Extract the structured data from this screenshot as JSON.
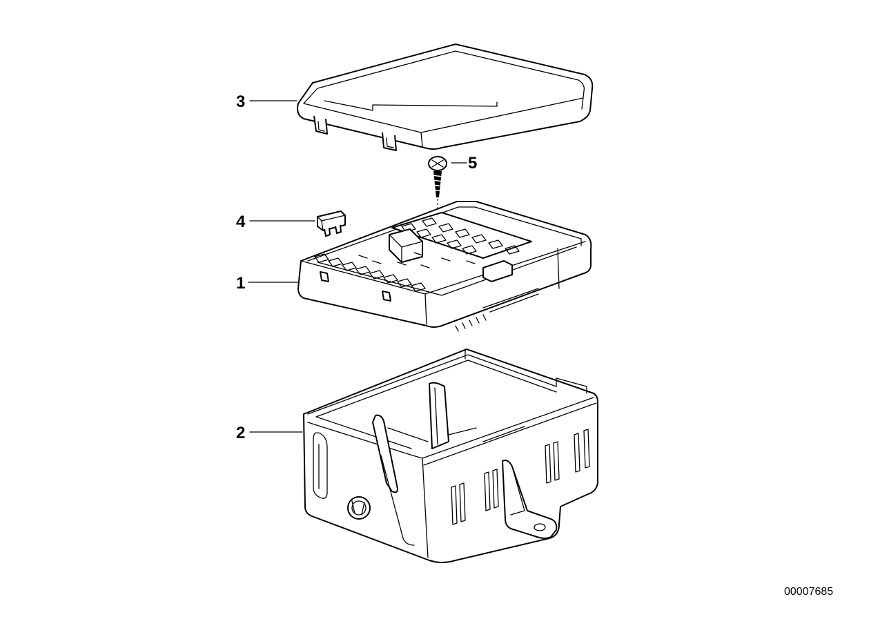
{
  "diagram": {
    "callouts": [
      {
        "id": "lid",
        "number": "3"
      },
      {
        "id": "screw",
        "number": "5"
      },
      {
        "id": "fuse",
        "number": "4"
      },
      {
        "id": "fuse-carrier",
        "number": "1"
      },
      {
        "id": "housing",
        "number": "2"
      }
    ],
    "drawing_number": "00007685"
  }
}
